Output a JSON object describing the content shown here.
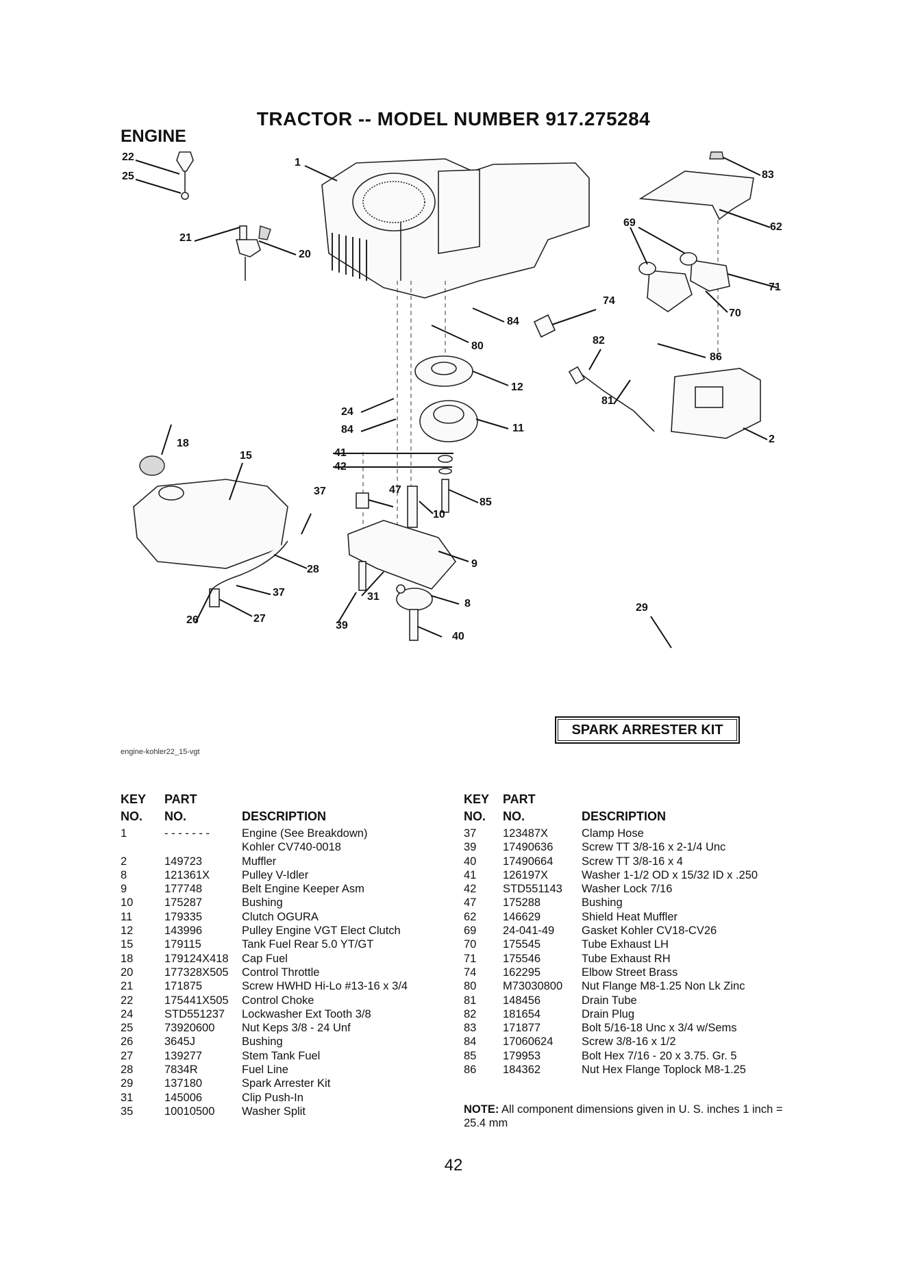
{
  "header": {
    "title": "TRACTOR -- MODEL NUMBER 917.275284",
    "section": "ENGINE"
  },
  "diagram": {
    "filename": "engine-kohler22_15-vgt",
    "kit_label": "SPARK ARRESTER KIT",
    "callouts": [
      "22",
      "25",
      "1",
      "21",
      "20",
      "83",
      "62",
      "69",
      "71",
      "70",
      "84",
      "74",
      "80",
      "82",
      "86",
      "12",
      "24",
      "84",
      "11",
      "81",
      "2",
      "18",
      "15",
      "41",
      "42",
      "37",
      "47",
      "85",
      "10",
      "9",
      "28",
      "29",
      "31",
      "8",
      "26",
      "27",
      "37",
      "39",
      "40"
    ]
  },
  "table_headers": {
    "key_line1": "KEY",
    "key_line2": "NO.",
    "part_line1": "PART",
    "part_line2": "NO.",
    "description": "DESCRIPTION"
  },
  "parts_left": [
    {
      "key": "1",
      "part": "- - - - - - -",
      "desc": "Engine (See Breakdown)"
    },
    {
      "key": "",
      "part": "",
      "desc": "Kohler CV740-0018"
    },
    {
      "key": "2",
      "part": "149723",
      "desc": "Muffler"
    },
    {
      "key": "8",
      "part": "121361X",
      "desc": "Pulley V-Idler"
    },
    {
      "key": "9",
      "part": "177748",
      "desc": "Belt Engine Keeper Asm"
    },
    {
      "key": "10",
      "part": "175287",
      "desc": "Bushing"
    },
    {
      "key": "11",
      "part": "179335",
      "desc": "Clutch OGURA"
    },
    {
      "key": "12",
      "part": "143996",
      "desc": "Pulley Engine VGT Elect Clutch"
    },
    {
      "key": "15",
      "part": "179115",
      "desc": "Tank Fuel Rear 5.0 YT/GT"
    },
    {
      "key": "18",
      "part": "179124X418",
      "desc": "Cap Fuel"
    },
    {
      "key": "20",
      "part": "177328X505",
      "desc": "Control Throttle"
    },
    {
      "key": "21",
      "part": "171875",
      "desc": "Screw HWHD Hi-Lo #13-16 x 3/4"
    },
    {
      "key": "22",
      "part": "175441X505",
      "desc": "Control Choke"
    },
    {
      "key": "24",
      "part": "STD551237",
      "desc": "Lockwasher Ext Tooth 3/8"
    },
    {
      "key": "25",
      "part": "73920600",
      "desc": "Nut Keps 3/8 - 24 Unf"
    },
    {
      "key": "26",
      "part": "3645J",
      "desc": "Bushing"
    },
    {
      "key": "27",
      "part": "139277",
      "desc": "Stem Tank Fuel"
    },
    {
      "key": "28",
      "part": "7834R",
      "desc": "Fuel Line"
    },
    {
      "key": "29",
      "part": "137180",
      "desc": "Spark Arrester Kit"
    },
    {
      "key": "31",
      "part": "145006",
      "desc": "Clip Push-In"
    },
    {
      "key": "35",
      "part": "10010500",
      "desc": "Washer Split"
    }
  ],
  "parts_right": [
    {
      "key": "37",
      "part": "123487X",
      "desc": "Clamp Hose"
    },
    {
      "key": "39",
      "part": "17490636",
      "desc": "Screw TT 3/8-16 x 2-1/4 Unc"
    },
    {
      "key": "40",
      "part": "17490664",
      "desc": "Screw TT 3/8-16 x 4"
    },
    {
      "key": "41",
      "part": "126197X",
      "desc": "Washer 1-1/2 OD x 15/32 ID x .250"
    },
    {
      "key": "42",
      "part": "STD551143",
      "desc": "Washer Lock 7/16"
    },
    {
      "key": "47",
      "part": "175288",
      "desc": "Bushing"
    },
    {
      "key": "62",
      "part": "146629",
      "desc": "Shield Heat Muffler"
    },
    {
      "key": "69",
      "part": "24-041-49",
      "desc": "Gasket Kohler CV18-CV26"
    },
    {
      "key": "70",
      "part": "175545",
      "desc": "Tube Exhaust LH"
    },
    {
      "key": "71",
      "part": "175546",
      "desc": "Tube Exhaust RH"
    },
    {
      "key": "74",
      "part": "162295",
      "desc": "Elbow Street Brass"
    },
    {
      "key": "80",
      "part": "M73030800",
      "desc": "Nut Flange M8-1.25 Non Lk Zinc"
    },
    {
      "key": "81",
      "part": "148456",
      "desc": "Drain Tube"
    },
    {
      "key": "82",
      "part": "181654",
      "desc": "Drain Plug"
    },
    {
      "key": "83",
      "part": "171877",
      "desc": "Bolt 5/16-18 Unc x 3/4 w/Sems"
    },
    {
      "key": "84",
      "part": "17060624",
      "desc": "Screw 3/8-16 x 1/2"
    },
    {
      "key": "85",
      "part": "179953",
      "desc": "Bolt Hex 7/16 - 20 x 3.75. Gr. 5"
    },
    {
      "key": "86",
      "part": "184362",
      "desc": "Nut Hex Flange Toplock M8-1.25"
    }
  ],
  "note": {
    "label": "NOTE:",
    "text": "All component dimensions given in U. S. inches 1 inch = 25.4 mm"
  },
  "page_number": "42"
}
